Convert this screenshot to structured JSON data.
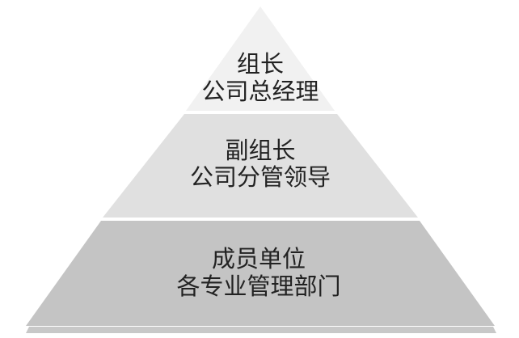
{
  "pyramid": {
    "tiers": [
      {
        "title": "组长",
        "subtitle": "公司总经理",
        "fill": "#f1f1f1"
      },
      {
        "title": "副组长",
        "subtitle": "公司分管领导",
        "fill": "#e0e0e0"
      },
      {
        "title": "成员单位",
        "subtitle": "各专业管理部门",
        "fill": "#c4c4c4"
      }
    ],
    "colors": {
      "shadow": "#9a9a9a",
      "separator": "#ffffff",
      "text": "#222222"
    }
  }
}
